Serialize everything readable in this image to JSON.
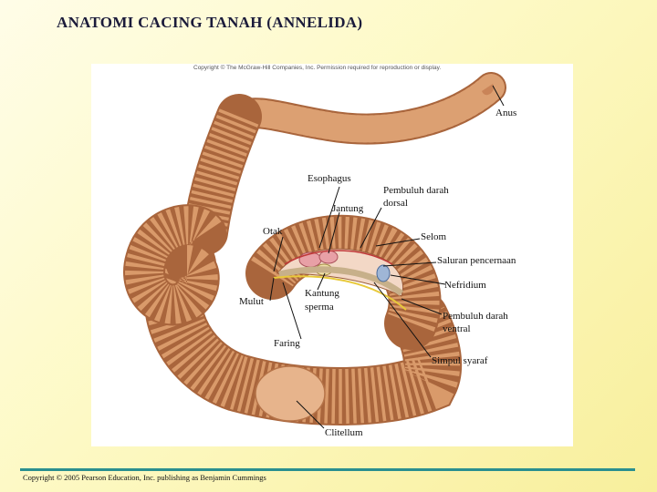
{
  "title": "ANATOMI CACING TANAH (ANNELIDA)",
  "panel_copyright": "Copyright © The McGraw-Hill Companies, Inc. Permission required for reproduction or display.",
  "labels": {
    "anus": "Anus",
    "esophagus": "Esophagus",
    "pembuluh_dorsal_1": "Pembuluh darah",
    "pembuluh_dorsal_2": "dorsal",
    "jantung": "Jantung",
    "otak": "Otak",
    "selom": "Selom",
    "saluran": "Saluran pencernaan",
    "nefridium": "Nefridium",
    "mulut": "Mulut",
    "kantung_1": "Kantung",
    "kantung_2": "sperma",
    "pembuluh_ventral_1": "Pembuluh darah",
    "pembuluh_ventral_2": "ventral",
    "faring": "Faring",
    "simpul": "Simpul syaraf",
    "clitellum": "Clitellum"
  },
  "footer_copyright": "Copyright © 2005 Pearson Education, Inc. publishing as Benjamin Cummings",
  "colors": {
    "worm_body": "#d99a6a",
    "worm_ring": "#b87448",
    "accent_line": "#2a8f8f"
  }
}
